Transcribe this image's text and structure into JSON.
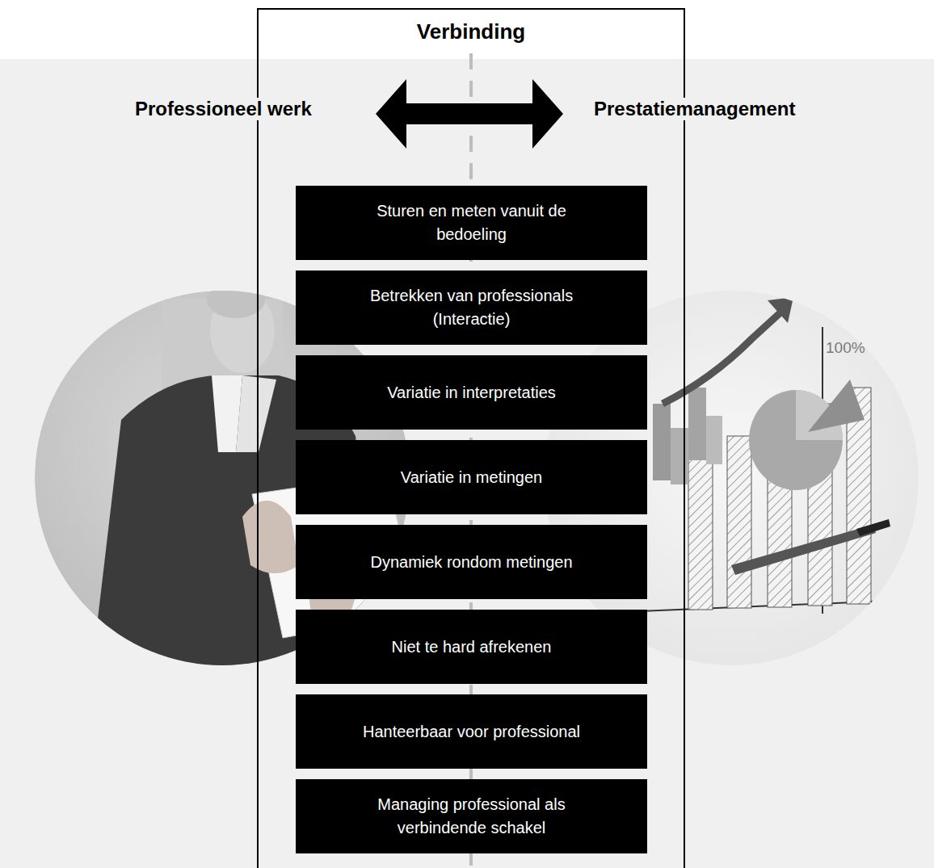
{
  "diagram": {
    "nodes": [
      {
        "text": [
          "Verbinding"
        ]
      },
      {
        "text": [
          "Sturen en meten vanuit de bedoeling"
        ],
        "in": 0
      },
      {
        "text": [
          "Betrekken van professionals (Interactie)"
        ],
        "in": 0
      },
      {
        "text": [
          "Variatie in interpretaties"
        ],
        "in": 0
      },
      {
        "text": [
          "Variatie in metingen"
        ],
        "in": 0
      },
      {
        "text": [
          "Dynamiek rondom metingen"
        ],
        "in": 0
      },
      {
        "text": [
          "Niet te hard afrekenen"
        ],
        "in": 0
      },
      {
        "text": [
          "Hanteerbaar voor professional"
        ],
        "in": 0
      },
      {
        "text": [
          "Managing professional als verbindende schakel"
        ],
        "in": 0
      }
    ],
    "labels": [
      "Professioneel werk",
      "Prestatiemanagement",
      "100%"
    ]
  }
}
